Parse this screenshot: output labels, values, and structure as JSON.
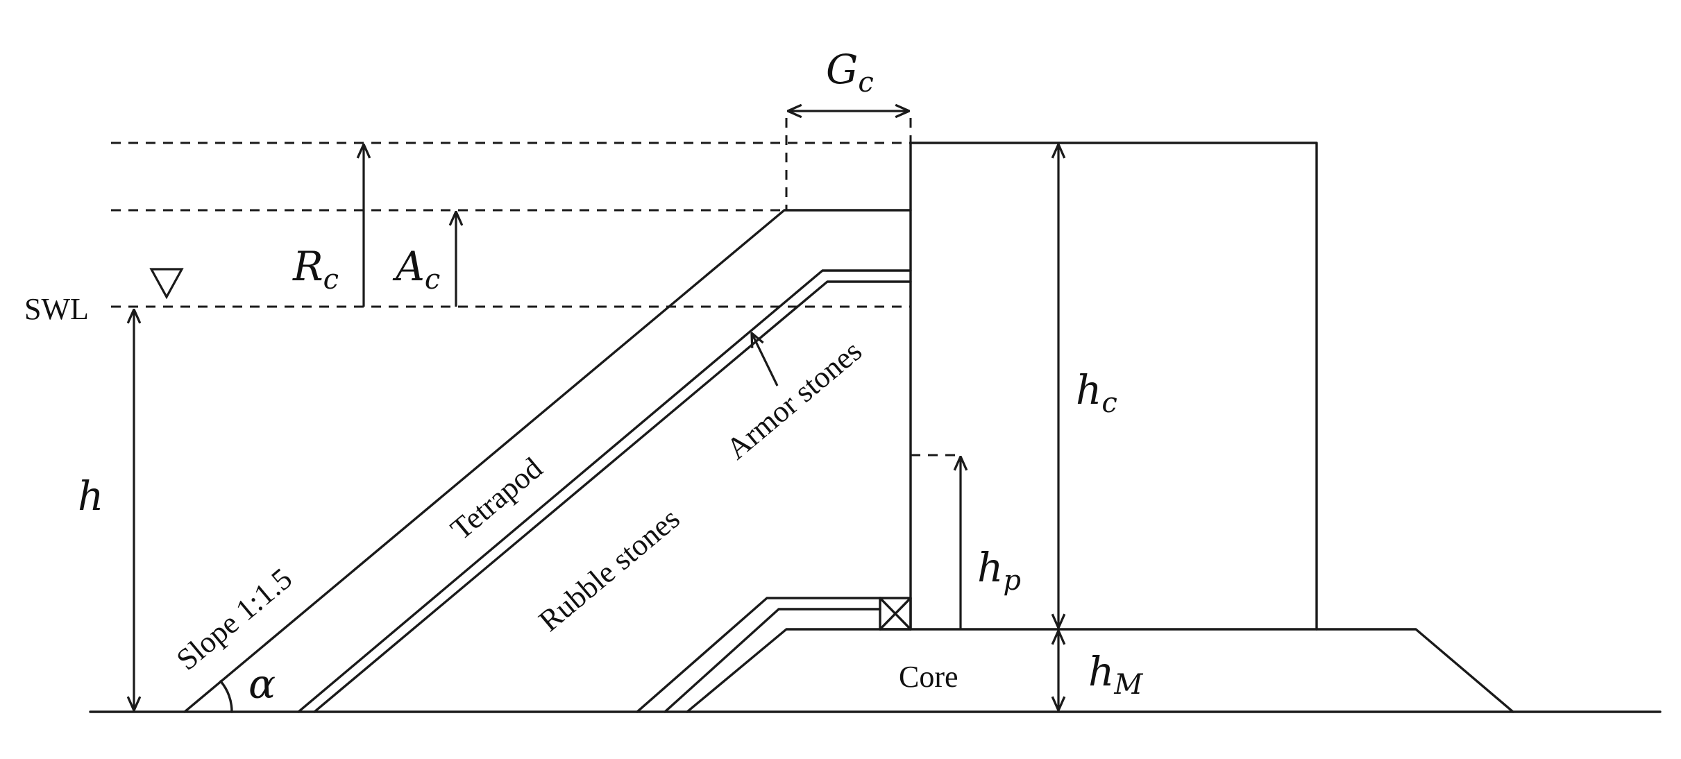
{
  "labels": {
    "swl": "SWL",
    "rc_main": "R",
    "rc_sub": "c",
    "ac_main": "A",
    "ac_sub": "c",
    "gc_main": "G",
    "gc_sub": "c",
    "hc_main": "h",
    "hc_sub": "c",
    "hp_main": "h",
    "hp_sub": "p",
    "hm_main": "h",
    "hm_sub": "M",
    "h": "h",
    "alpha": "α",
    "slope": "Slope 1:1.5",
    "tetrapod": "Tetrapod",
    "rubble": "Rubble stones",
    "armor": "Armor stones",
    "core": "Core"
  },
  "icons": {
    "water_level": "inverted-triangle-icon",
    "pressure_gauge": "crossed-box-icon"
  }
}
